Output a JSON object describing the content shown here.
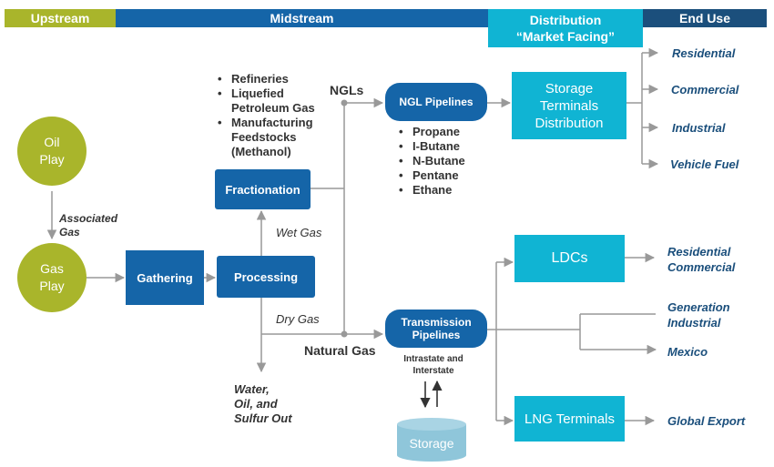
{
  "header": {
    "upstream": "Upstream",
    "midstream": "Midstream",
    "distribution_line1": "Distribution",
    "distribution_line2": "“Market Facing”",
    "end_use": "End Use"
  },
  "colors": {
    "upstream": "#a9b52b",
    "midstream": "#1565a8",
    "distribution": "#10b4d3",
    "end_use": "#1b4f7c",
    "connector": "#999999",
    "storage": "#8fc6da"
  },
  "nodes": {
    "oil_play": [
      "Oil",
      "Play"
    ],
    "gas_play": [
      "Gas",
      "Play"
    ],
    "gathering": "Gathering",
    "processing": "Processing",
    "fractionation": "Fractionation",
    "ngl_pipelines": "NGL Pipelines",
    "storage_terminals_distribution": [
      "Storage",
      "Terminals",
      "Distribution"
    ],
    "transmission_pipelines": [
      "Transmission",
      "Pipelines"
    ],
    "ldcs": "LDCs",
    "lng_terminals": "LNG Terminals",
    "storage": "Storage"
  },
  "labels": {
    "associated_gas": [
      "Associated",
      "Gas"
    ],
    "wet_gas": "Wet Gas",
    "dry_gas": "Dry Gas",
    "ngls": "NGLs",
    "natural_gas": "Natural Gas",
    "water_oil_sulfur": [
      "Water,",
      "Oil, and",
      "Sulfur Out"
    ],
    "intrastate_interstate": [
      "Intrastate and",
      "Interstate"
    ]
  },
  "fractionation_outputs": [
    "Refineries",
    "Liquefied Petroleum Gas",
    "Manufacturing Feedstocks (Methanol)"
  ],
  "ngl_products": [
    "Propane",
    "I-Butane",
    "N-Butane",
    "Pentane",
    "Ethane"
  ],
  "end_uses": {
    "ngl": [
      "Residential",
      "Commercial",
      "Industrial",
      "Vehicle Fuel"
    ],
    "ldc": [
      "Residential",
      "Commercial"
    ],
    "transmission": [
      "Generation",
      "Industrial",
      "Mexico"
    ],
    "lng": "Global Export"
  }
}
